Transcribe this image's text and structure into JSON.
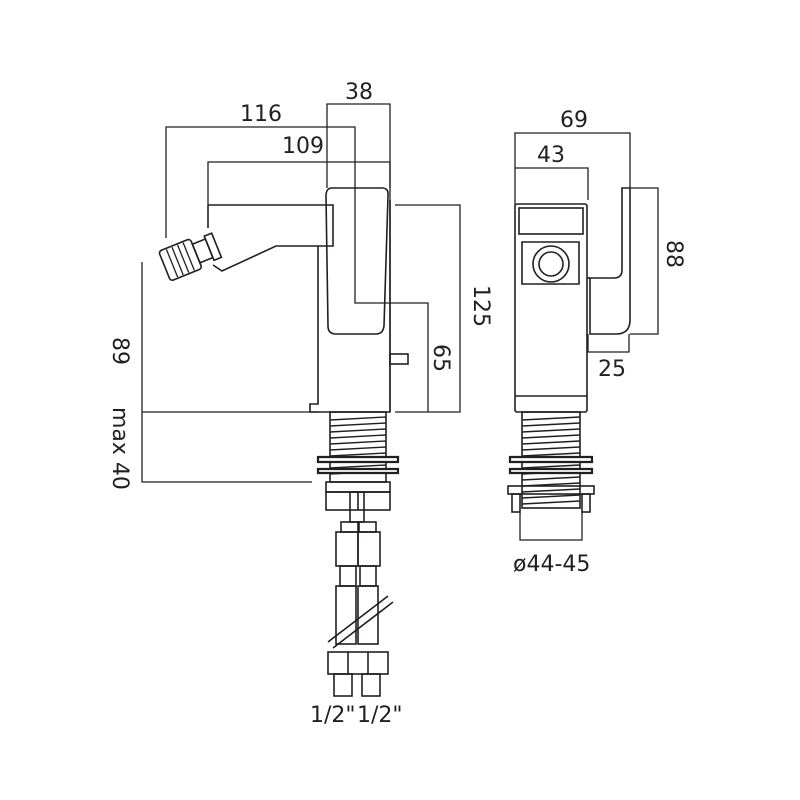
{
  "dimensions": {
    "width_overall": "116",
    "spout_reach": "109",
    "body_depth": "38",
    "height_total": "125",
    "spout_height": "89",
    "lever_height": "65",
    "deck_thickness": "max 40",
    "side_width": "69",
    "side_body": "43",
    "handle_height": "88",
    "handle_width": "25",
    "hole_diameter": "ø44-45",
    "connection_left": "1/2\"",
    "connection_right": "1/2\""
  }
}
